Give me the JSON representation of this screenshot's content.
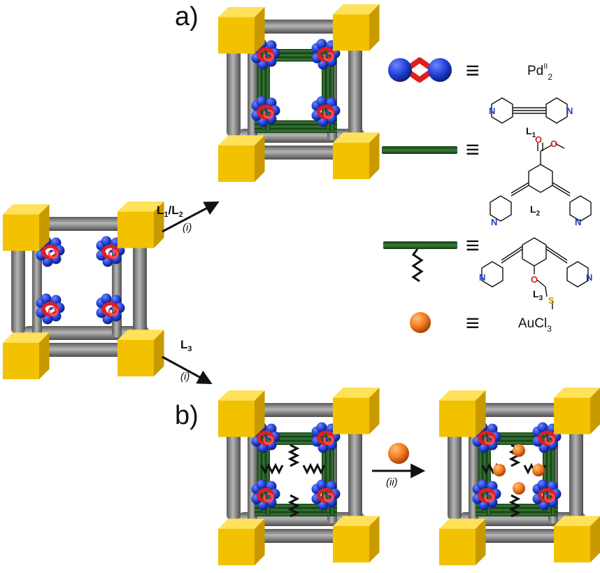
{
  "panel_labels": {
    "a": "a)",
    "b": "b)"
  },
  "arrows": {
    "upper": {
      "lig1": "L",
      "sub1": "1",
      "slash": "/",
      "lig2": "L",
      "sub2": "2",
      "condition": "(i)"
    },
    "lower": {
      "lig": "L",
      "sub": "3",
      "condition": "(i)"
    },
    "right": {
      "condition": "(ii)"
    }
  },
  "legend": {
    "pd": {
      "base": "Pd",
      "sup": "II",
      "sub": "2"
    },
    "auc": {
      "base": "AuCl",
      "sub": "3"
    },
    "equiv": "≡"
  },
  "ligands": {
    "l1": {
      "base": "L",
      "sub": "1"
    },
    "l2": {
      "base": "L",
      "sub": "2"
    },
    "l3": {
      "base": "L",
      "sub": "3"
    }
  },
  "atoms": {
    "n": "N",
    "o": "O",
    "s": "S"
  },
  "colors": {
    "corner": "#f2c200",
    "strut": "#808080",
    "ligand": "#1e5a1e",
    "pd_blue": "#1d3bd0",
    "pd_red": "#e01e1e",
    "gold": "#f07a20"
  }
}
